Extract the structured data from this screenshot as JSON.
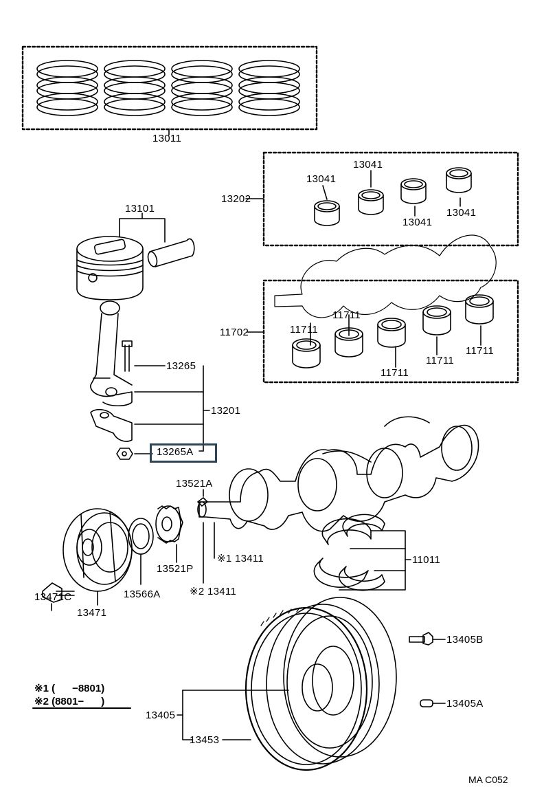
{
  "diagram": {
    "parts": {
      "p13011": "13011",
      "p13202": "13202",
      "p13041_a": "13041",
      "p13041_b": "13041",
      "p13041_c": "13041",
      "p13041_d": "13041",
      "p13101": "13101",
      "p11702": "11702",
      "p11711_a": "11711",
      "p11711_b": "11711",
      "p11711_c": "11711",
      "p11711_d": "11711",
      "p11711_e": "11711",
      "p13265": "13265",
      "p13201": "13201",
      "p13265A": "13265A",
      "p13521A": "13521A",
      "p13411_1": "※1 13411",
      "p13411_2": "※2 13411",
      "p11011": "11011",
      "p13521P": "13521P",
      "p13566A": "13566A",
      "p13471C": "13471C",
      "p13471": "13471",
      "p13405B": "13405B",
      "p13405A": "13405A",
      "p13405": "13405",
      "p13453": "13453"
    },
    "notes": {
      "note1": "※1 (      −8801)",
      "note2": "※2 (8801−      )"
    },
    "code": "MA  C052",
    "highlight_color": "#2c4656"
  }
}
